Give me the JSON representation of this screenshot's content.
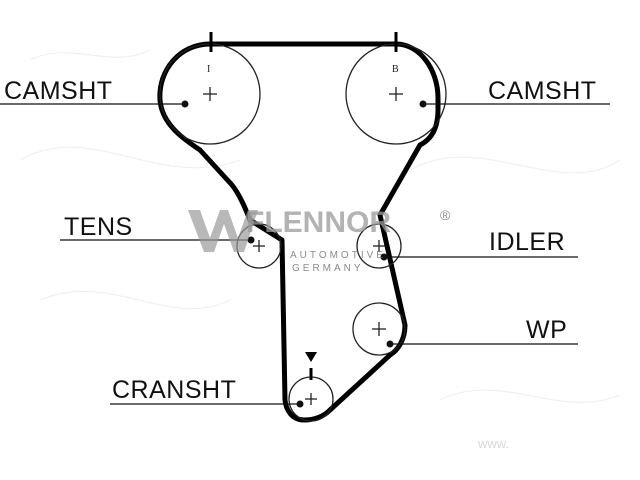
{
  "labels": {
    "camshaft_left": "CAMSHT",
    "camshaft_right": "CAMSHT",
    "tensioner": "TENS",
    "idler": "IDLER",
    "water_pump": "WP",
    "crankshaft": "CRANSHT"
  },
  "timing_marks": {
    "left_cam": "I",
    "right_cam": "B"
  },
  "brand": {
    "name": "FLENNOR",
    "registered": "®",
    "line1": "AUTOMOTIVE",
    "line2": "GERMANY"
  },
  "watermark": {
    "site": "www."
  },
  "colors": {
    "belt": "#000000",
    "pulley": "#222222",
    "leader": "#111111",
    "watermark": "#9a9a9a"
  }
}
